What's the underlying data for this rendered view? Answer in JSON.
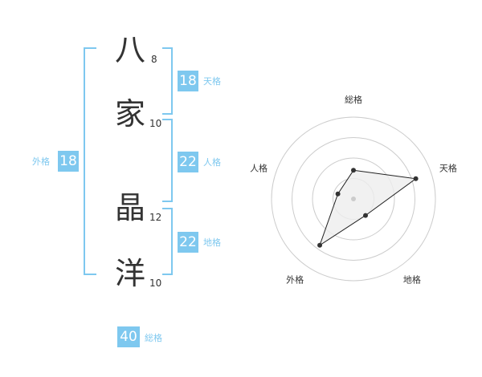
{
  "name": {
    "chars": [
      {
        "char": "八",
        "strokes": "8"
      },
      {
        "char": "家",
        "strokes": "10"
      },
      {
        "char": "晶",
        "strokes": "12"
      },
      {
        "char": "洋",
        "strokes": "10"
      }
    ]
  },
  "fortunes": {
    "tenkaku": {
      "value": "18",
      "label": "天格"
    },
    "jinkaku": {
      "value": "22",
      "label": "人格"
    },
    "chikaku": {
      "value": "22",
      "label": "地格"
    },
    "gaikaku": {
      "value": "18",
      "label": "外格"
    },
    "soukaku": {
      "value": "40",
      "label": "総格"
    }
  },
  "colors": {
    "accent": "#7ec8ef",
    "text": "#333333",
    "grid": "#cccccc"
  },
  "chart_data": {
    "type": "radar",
    "axes": [
      "総格",
      "天格",
      "地格",
      "外格",
      "人格"
    ],
    "values": [
      0.35,
      0.8,
      0.25,
      0.7,
      0.2
    ],
    "rings": 4
  }
}
